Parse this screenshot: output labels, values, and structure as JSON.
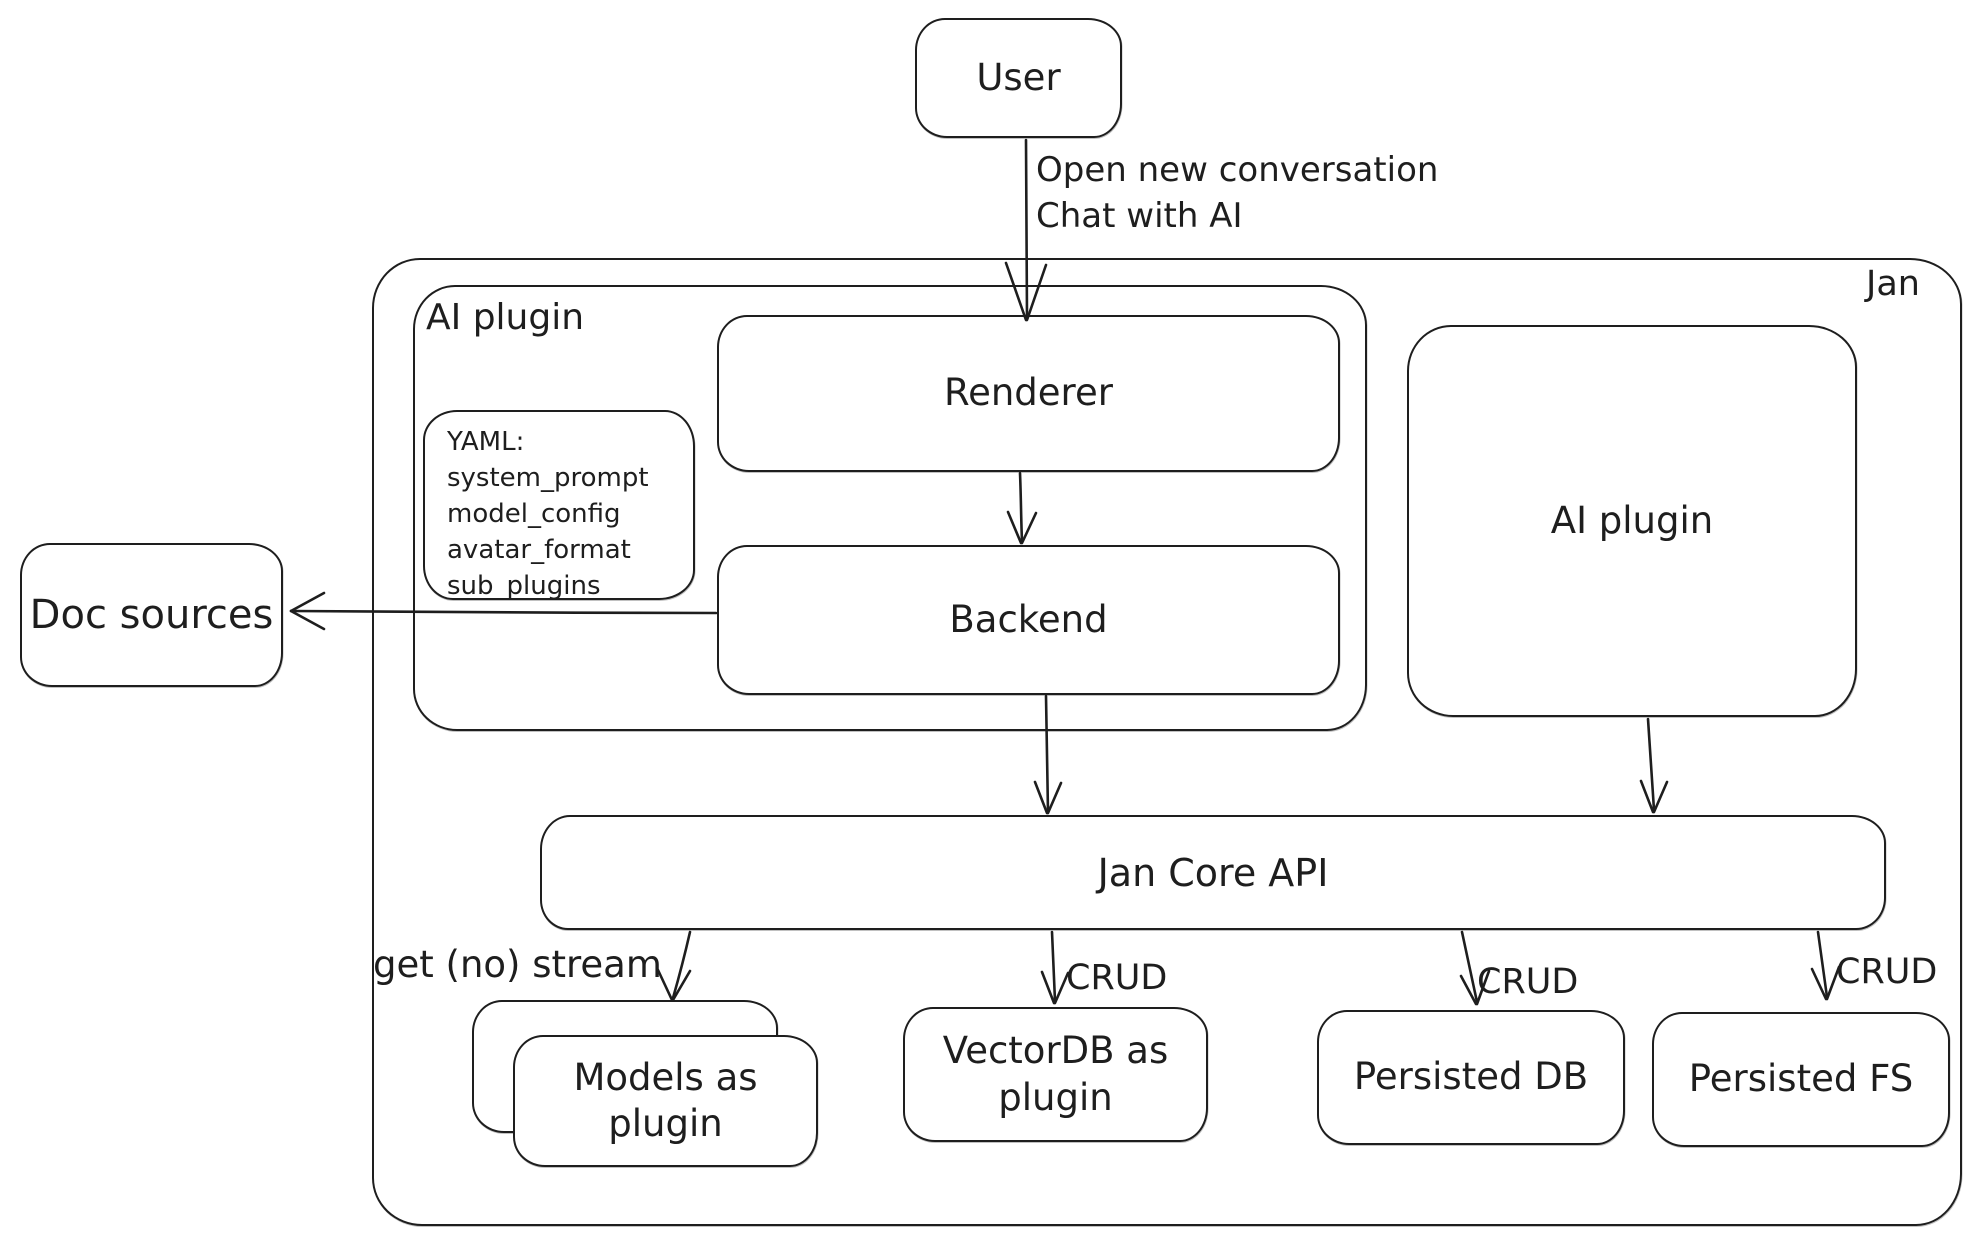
{
  "colors": {
    "stroke": "#1e1e1e",
    "background": "#ffffff"
  },
  "nodes": {
    "user": {
      "label": "User"
    },
    "jan": {
      "label": "Jan"
    },
    "ai_plugin_left": {
      "label": "AI plugin"
    },
    "yaml_note": {
      "title": "YAML:",
      "lines": [
        "system_prompt",
        "model_config",
        "avatar_format",
        "sub_plugins"
      ]
    },
    "renderer": {
      "label": "Renderer"
    },
    "backend": {
      "label": "Backend"
    },
    "ai_plugin_right": {
      "label": "AI plugin"
    },
    "doc_sources": {
      "label": "Doc sources"
    },
    "jan_core_api": {
      "label": "Jan Core API"
    },
    "models_plugin": {
      "label": "Models as plugin"
    },
    "vectordb_plugin": {
      "label": "VectorDB as plugin"
    },
    "persisted_db": {
      "label": "Persisted DB"
    },
    "persisted_fs": {
      "label": "Persisted FS"
    }
  },
  "edges": {
    "user_to_renderer": {
      "label_line1": "Open new conversation",
      "label_line2": "Chat with AI"
    },
    "core_to_models": {
      "label": "get (no) stream"
    },
    "core_to_vectordb": {
      "label": "CRUD"
    },
    "core_to_persisted_db": {
      "label": "CRUD"
    },
    "core_to_persisted_fs": {
      "label": "CRUD"
    }
  }
}
